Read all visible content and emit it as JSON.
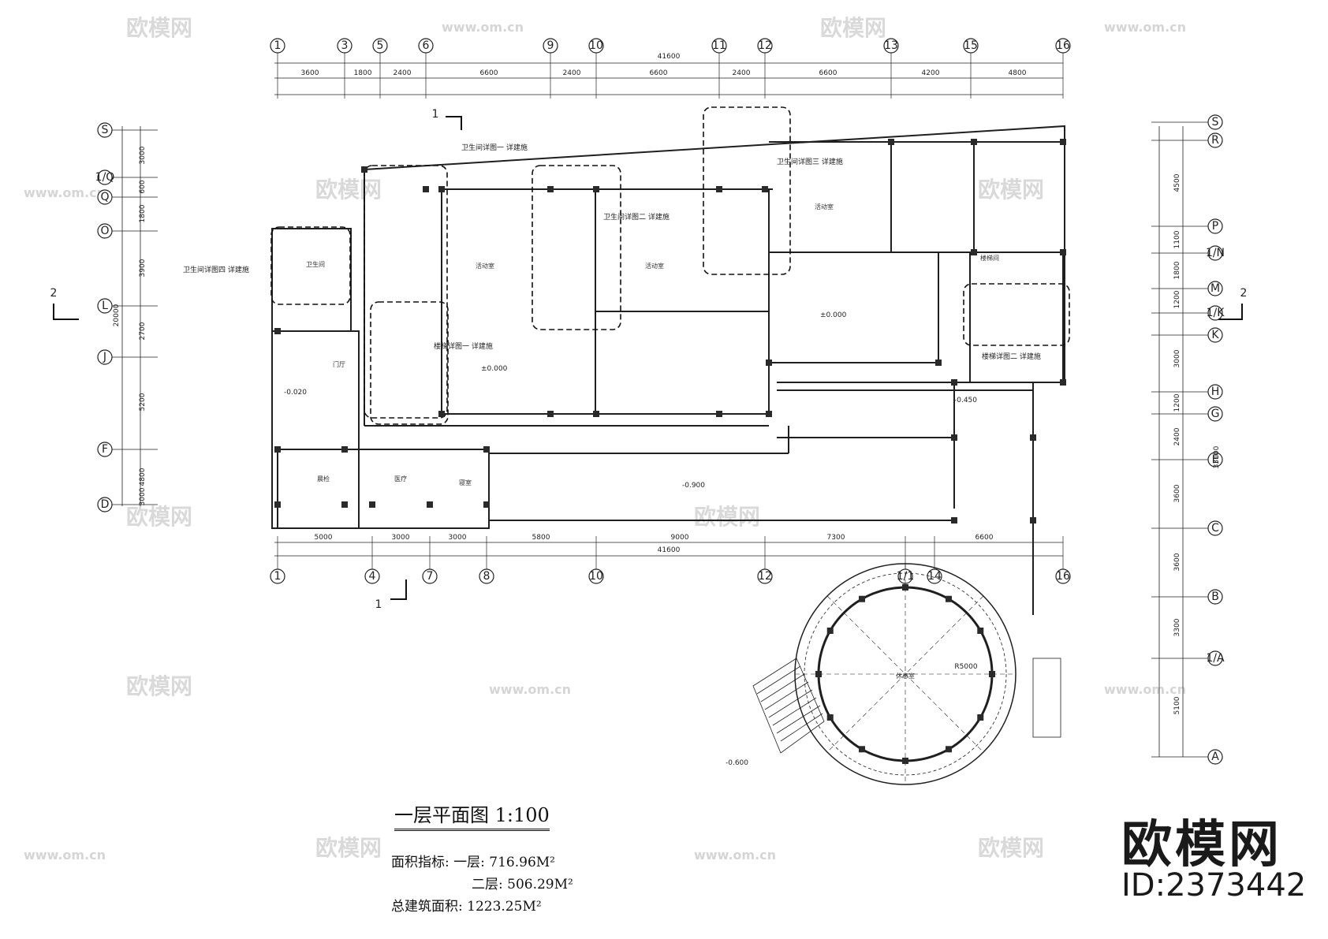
{
  "plan_title": "一层平面图 1:100",
  "area": {
    "label": "面积指标:",
    "floor1_label": "一层:",
    "floor1_value": "716.96M²",
    "floor2_label": "二层:",
    "floor2_value": "506.29M²",
    "total_label": "总建筑面积:",
    "total_value": "1223.25M²"
  },
  "brand": {
    "logo": "欧模网",
    "id": "ID:2373442",
    "watermark": "欧模网",
    "watermark_url": "www.om.cn"
  },
  "axes_top": [
    "1",
    "3",
    "5",
    "6",
    "9",
    "10",
    "11",
    "12",
    "13",
    "15",
    "16"
  ],
  "axes_bottom": [
    "1",
    "4",
    "7",
    "8",
    "10",
    "12",
    "1/1",
    "14",
    "16"
  ],
  "axes_left": [
    "S",
    "1/Q",
    "Q",
    "O",
    "L",
    "J",
    "F",
    "D"
  ],
  "axes_right": [
    "S",
    "R",
    "P",
    "1/N",
    "M",
    "1/K",
    "K",
    "H",
    "G",
    "E",
    "C",
    "B",
    "1/A",
    "A"
  ],
  "dims": {
    "overall": "41600",
    "top_row1": [
      "3600",
      "1800",
      "2400",
      "6600",
      "2400",
      "6600",
      "2400",
      "6600",
      "4200",
      "4800"
    ],
    "bottom_row": [
      "5000",
      "3000",
      "3000",
      "5800",
      "9000",
      "7300",
      "6600"
    ],
    "left_row": [
      "3000",
      "600",
      "1800",
      "3900",
      "2700",
      "5200",
      "4800",
      "3000"
    ],
    "left_total": "20000",
    "right_row": [
      "4500",
      "1100",
      "1800",
      "1200",
      "3000",
      "1200",
      "2400",
      "3600",
      "3600",
      "3300",
      "5100"
    ],
    "right_total": "33100",
    "circle": "R5000"
  },
  "rooms": [
    "卫生间",
    "活动室",
    "活动室",
    "活动室",
    "门厅",
    "医疗",
    "晨检",
    "寝室",
    "楼梯间",
    "休息室"
  ],
  "levels": [
    "±0.000",
    "-0.900",
    "-0.020",
    "-0.600",
    "-0.450",
    "±0.000"
  ],
  "notes": [
    "卫生间详图一 详建施",
    "卫生间详图二 详建施",
    "卫生间详图三 详建施",
    "卫生间详图四 详建施",
    "楼梯详图一 详建施",
    "楼梯详图二 详建施"
  ],
  "section_marks": [
    "1",
    "1",
    "2",
    "2"
  ],
  "colors": {
    "line": "#1f1f1f",
    "dashed": "#111111",
    "column": "#2a2a2a",
    "watermark": "#d9d9d9"
  }
}
